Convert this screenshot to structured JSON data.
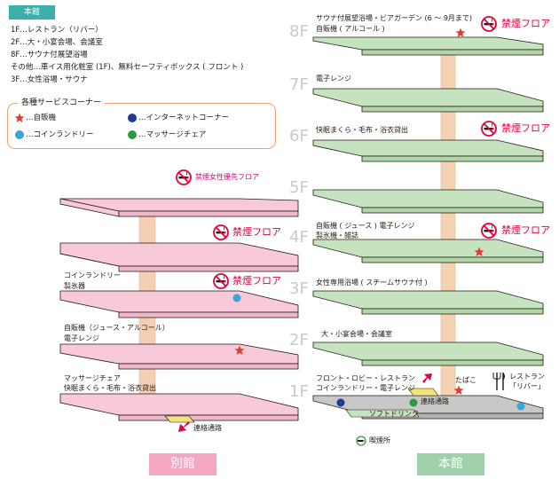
{
  "info": {
    "tag": "本館",
    "lines": [
      "1F…レストラン（リバー）",
      "2F…大・小宴会場、会議室",
      "8F…サウナ付展望浴場",
      "その他…車イス用化粧室 (1F)、無料セーフティボックス ( フロント )",
      "3F…女性浴場・サウナ"
    ]
  },
  "services": {
    "title": "各種サービスコーナー",
    "vending": "…自販機",
    "internet": "…インターネットコーナー",
    "laundry": "…コインランドリー",
    "massage": "…マッサージチェア"
  },
  "colors": {
    "annex_floor": "#f7c9d9",
    "main_floor": "#c6e3bf",
    "floor1": "#c8c8c8",
    "core_annex": "#f5cfb4",
    "core_main": "#f5d3b2",
    "star": "#e8372c",
    "internet": "#1d3d8f",
    "laundry": "#3aa6d8",
    "massage": "#2e9a3e",
    "nosmoke": "#e4003a"
  },
  "floor_labels": [
    "8F",
    "7F",
    "6F",
    "5F",
    "4F",
    "3F",
    "2F",
    "1F"
  ],
  "annex": {
    "label": "別館",
    "women_floor": "禁煙女性優先フロア",
    "nosmoke_a": "禁煙フロア",
    "nosmoke_b": "禁煙フロア",
    "laundry_label": "コインランドリー",
    "ice_label": "製氷器",
    "vending_label": "自販機（ジュース・アルコール）",
    "microwave_label": "電子レンジ",
    "massage_label": "マッサージチェア",
    "pillow_label": "快眠まくら・毛布・浴衣貸出",
    "passage_label": "連絡通路"
  },
  "main": {
    "label": "本館",
    "f8_label": "サウナ付展望浴場・ビアガーデン (6 ～ 9月まで)",
    "f8_vending": "自販機 ( アルコール )",
    "f8_nosmoke": "禁煙フロア",
    "f7_label": "電子レンジ",
    "f6_label": "快眠まくら・毛布・浴衣貸出",
    "f6_nosmoke": "禁煙フロア",
    "f4_label1": "自販機 ( ジュース ) 電子レンジ",
    "f4_label2": "製氷機・雑誌",
    "f4_nosmoke": "禁煙フロア",
    "f3_label": "女性専用浴場 ( スチームサウナ付 )",
    "f2_label": "大・小宴会場・会議室",
    "f1_label1": "フロント・ロビー・レストラン",
    "f1_label2": "コインランドリー・電子レンジ",
    "tobacco": "たばこ",
    "restaurant1": "レストラン",
    "restaurant2": "「リバー」",
    "passage_label": "連絡通路",
    "soft_drink": "ソフトドリンク",
    "smoking_area": "喫煙所"
  }
}
